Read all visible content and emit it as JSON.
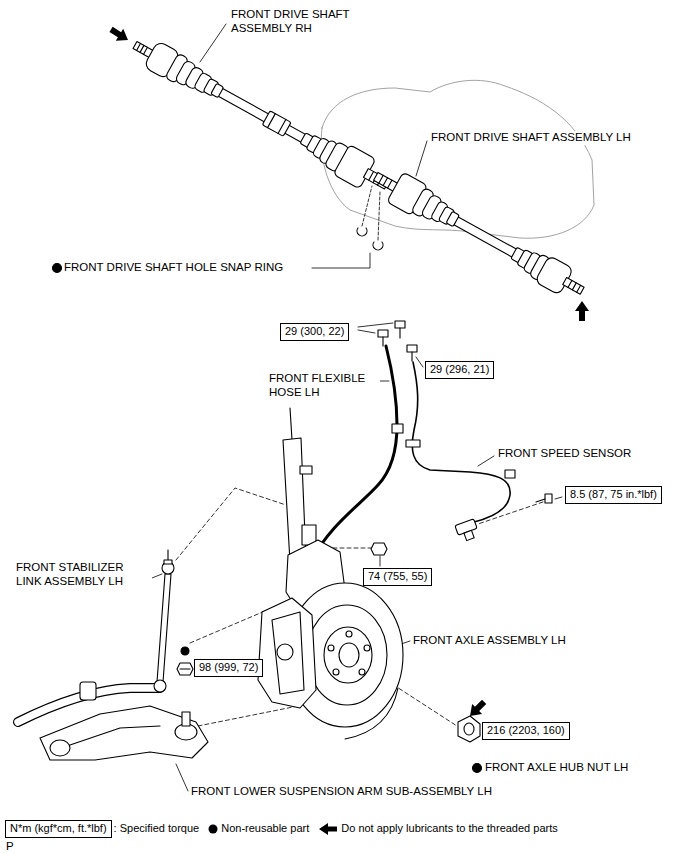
{
  "diagram": {
    "nodes": [
      {
        "text": [
          "29 (300, 22)"
        ]
      },
      {
        "text": [
          "29 (296, 21)"
        ]
      },
      {
        "text": [
          "8.5 (87, 75 in.*lbf)"
        ]
      },
      {
        "text": [
          "74 (755, 55)"
        ]
      },
      {
        "text": [
          "98 (999, 72)"
        ]
      },
      {
        "text": [
          "216 (2203, 160)"
        ]
      },
      {
        "text": [
          "N*m (kgf*cm, ft.*lbf)"
        ]
      }
    ],
    "labels": [
      "FRONT DRIVE SHAFT ASSEMBLY RH",
      "FRONT DRIVE SHAFT ASSEMBLY LH",
      "FRONT DRIVE SHAFT HOLE SNAP RING",
      "FRONT FLEXIBLE HOSE LH",
      "FRONT SPEED SENSOR",
      "FRONT STABILIZER LINK ASSEMBLY LH",
      "FRONT AXLE ASSEMBLY LH",
      "FRONT AXLE HUB NUT LH",
      "FRONT LOWER SUSPENSION ARM SUB-ASSEMBLY LH",
      "P"
    ],
    "legend": [
      {
        "text": ": Specified torque"
      },
      {
        "text": "Non-reusable part"
      },
      {
        "text": "Do not apply lubricants to the threaded parts"
      }
    ]
  }
}
